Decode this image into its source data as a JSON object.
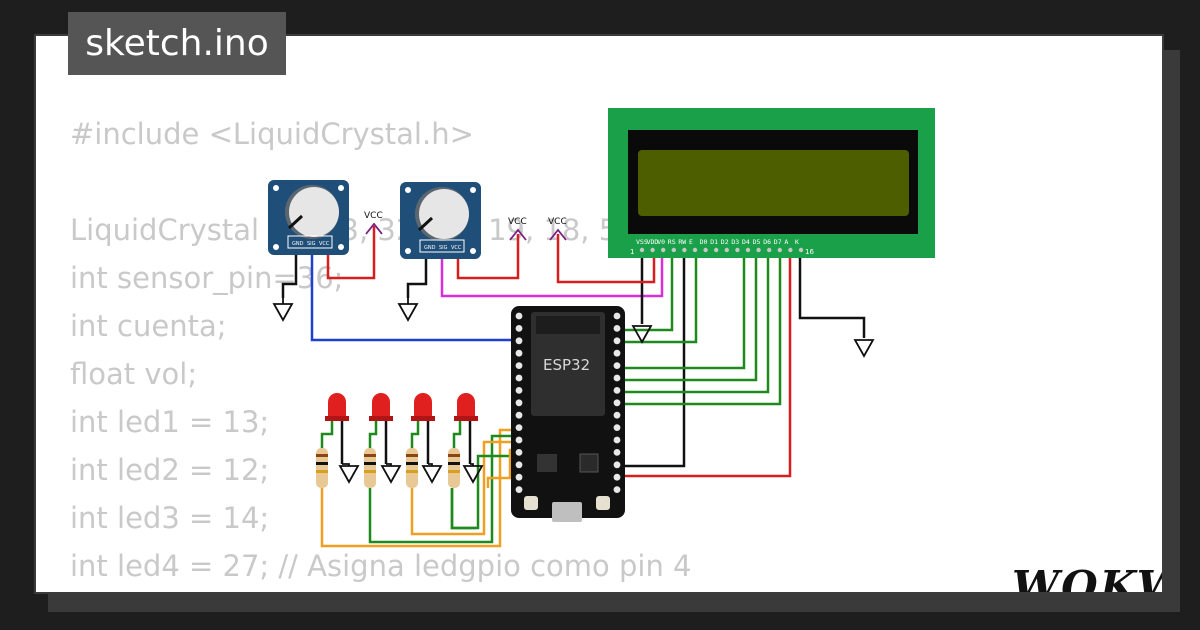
{
  "sketch": {
    "filename": "sketch.ino"
  },
  "code": {
    "lines": [
      "#include <LiquidCrystal.h>",
      "",
      "LiquidCrystal lcd(33, 32, 23, 19, 18, 5);",
      "int sensor_pin=36;",
      "int cuenta;",
      "float vol;",
      "int led1 = 13;",
      "int led2 = 12;",
      "int led3 = 14;",
      "int led4 = 27; // Asigna ledgpio como pin 4"
    ]
  },
  "circuit": {
    "esp32_label": "ESP32",
    "vcc_label": "VCC",
    "pot_pins": [
      "GND",
      "SIG",
      "VCC"
    ],
    "lcd_pins": [
      "VSS",
      "VDD",
      "V0",
      "RS",
      "RW",
      "E",
      "D0",
      "D1",
      "D2",
      "D3",
      "D4",
      "D5",
      "D6",
      "D7",
      "A",
      "K"
    ],
    "lcd_pin_first": "1",
    "lcd_pin_last": "16",
    "colors": {
      "lcd_frame": "#1aa049",
      "lcd_screen": "#4d5e00",
      "esp32_board": "#111111",
      "pot_body": "#1f4f78",
      "led": "#e0201e",
      "wire_red": "#d81e1e",
      "wire_green": "#1e8a1e",
      "wire_blue": "#1f3fd0",
      "wire_magenta": "#d630d6",
      "wire_orange": "#f0a020"
    }
  },
  "branding": {
    "logo": "WOKWI"
  }
}
